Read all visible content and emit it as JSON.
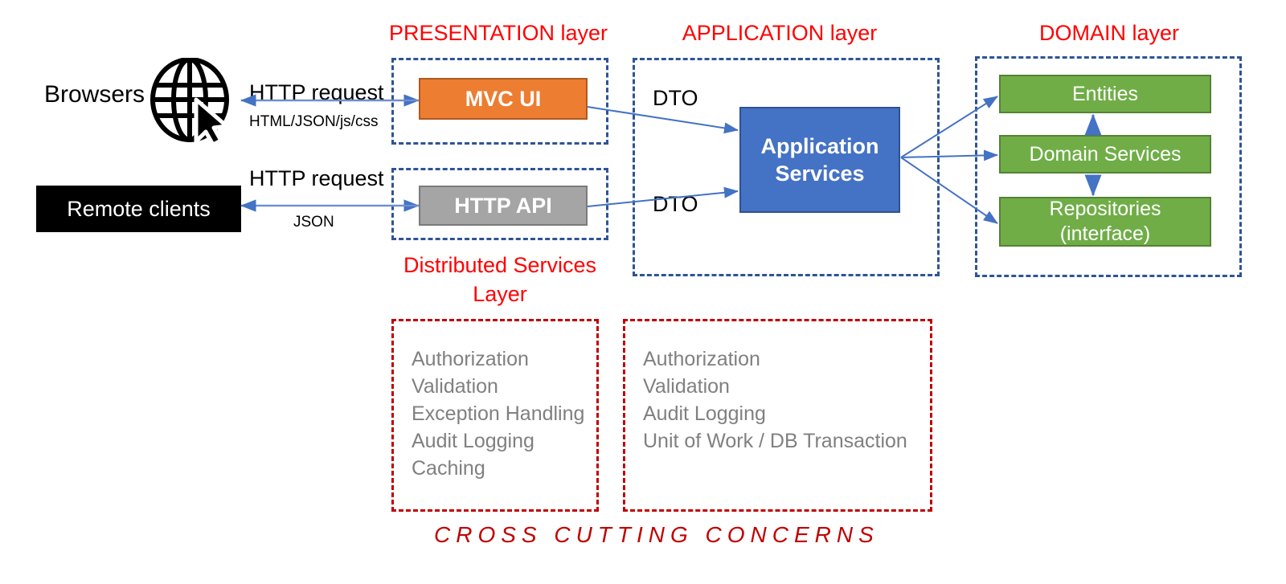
{
  "diagram": {
    "title": "Layered architecture diagram",
    "colors": {
      "layer_border": "#2E5496",
      "crosscut_border": "#C00000",
      "layer_title": "#FF0000",
      "mvc_ui": "#ED7D31",
      "http_api": "#A5A5A5",
      "application_services": "#4472C4",
      "domain_box": "#70AD47",
      "remote_clients": "#000000",
      "arrow": "#4472C4",
      "crosscut_text": "#808080"
    }
  },
  "layers": {
    "presentation": {
      "title": "PRESENTATION layer"
    },
    "application": {
      "title": "APPLICATION layer"
    },
    "domain": {
      "title": "DOMAIN layer"
    },
    "distributed_services": {
      "title_line1": "Distributed Services",
      "title_line2": "Layer"
    }
  },
  "actors": {
    "browsers": {
      "label": "Browsers",
      "icon": "globe-cursor-icon"
    },
    "remote_clients": {
      "label": "Remote clients"
    }
  },
  "nodes": {
    "mvc_ui": {
      "label": "MVC UI"
    },
    "http_api": {
      "label": "HTTP API"
    },
    "application_services": {
      "line1": "Application",
      "line2": "Services"
    },
    "entities": {
      "label": "Entities"
    },
    "domain_services": {
      "label": "Domain Services"
    },
    "repositories": {
      "line1": "Repositories",
      "line2": "(interface)"
    }
  },
  "edges": {
    "browser_request": "HTTP request",
    "browser_response": "HTML/JSON/js/css",
    "client_request": "HTTP request",
    "client_response": "JSON",
    "dto_top": "DTO",
    "dto_bottom": "DTO"
  },
  "crosscutting": {
    "caption": "CROSS  CUTTING  CONCERNS",
    "presentation_concerns": [
      "Authorization",
      "Validation",
      "Exception Handling",
      "Audit Logging",
      "Caching"
    ],
    "application_concerns": [
      "Authorization",
      "Validation",
      "Audit Logging",
      "Unit of Work / DB Transaction"
    ]
  }
}
